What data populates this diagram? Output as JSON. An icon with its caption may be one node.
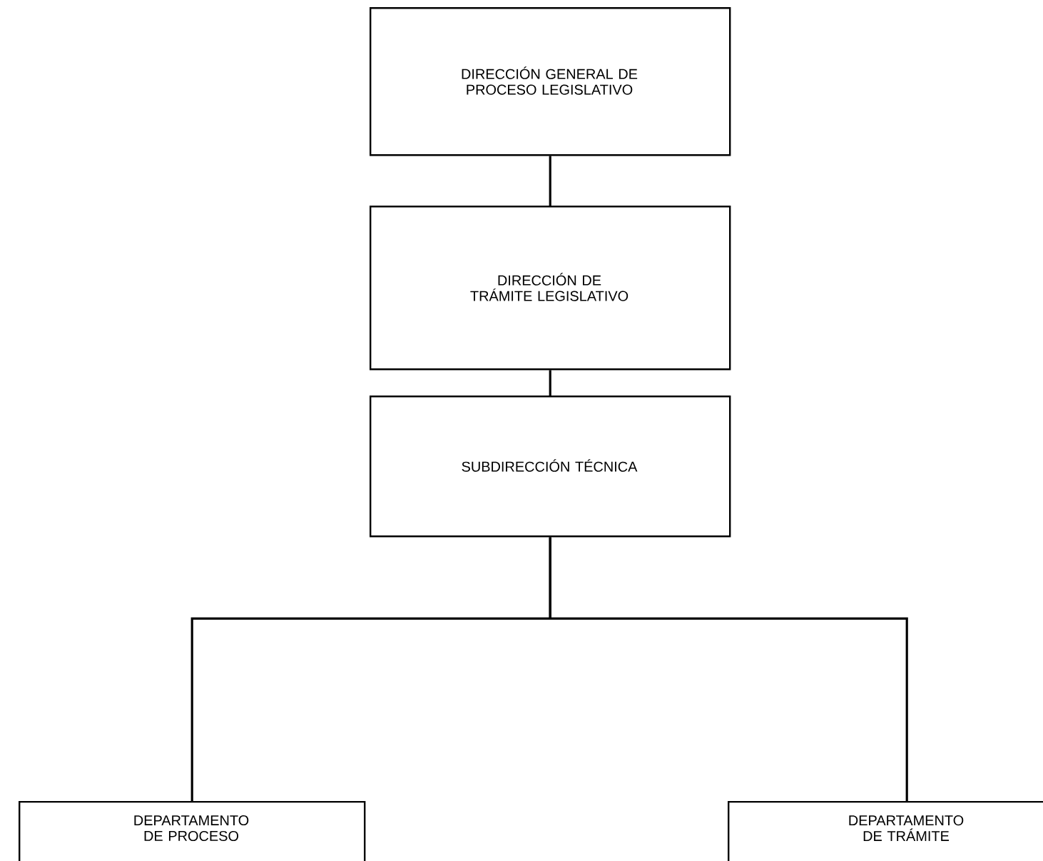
{
  "diagram": {
    "nodes": [
      {
        "text": [
          "DIRECCIÓN GENERAL DE PROCESO LEGISLATIVO"
        ]
      },
      {
        "text": [
          "DIRECCIÓN DE TRÁMITE LEGISLATIVO"
        ]
      },
      {
        "text": [
          "SUBDIRECCIÓN TÉCNICA"
        ]
      },
      {
        "text": [
          "DEPARTAMENTO DE PROCESO"
        ]
      },
      {
        "text": [
          "DEPARTAMENTO DE TRÁMITE"
        ]
      }
    ],
    "edges": [
      {
        "from": 0,
        "to": 1,
        "arrow": "none"
      },
      {
        "from": 1,
        "to": 2,
        "arrow": "none"
      },
      {
        "from": 2,
        "to": 3,
        "arrow": "none"
      },
      {
        "from": 2,
        "to": 4,
        "arrow": "none"
      }
    ]
  }
}
